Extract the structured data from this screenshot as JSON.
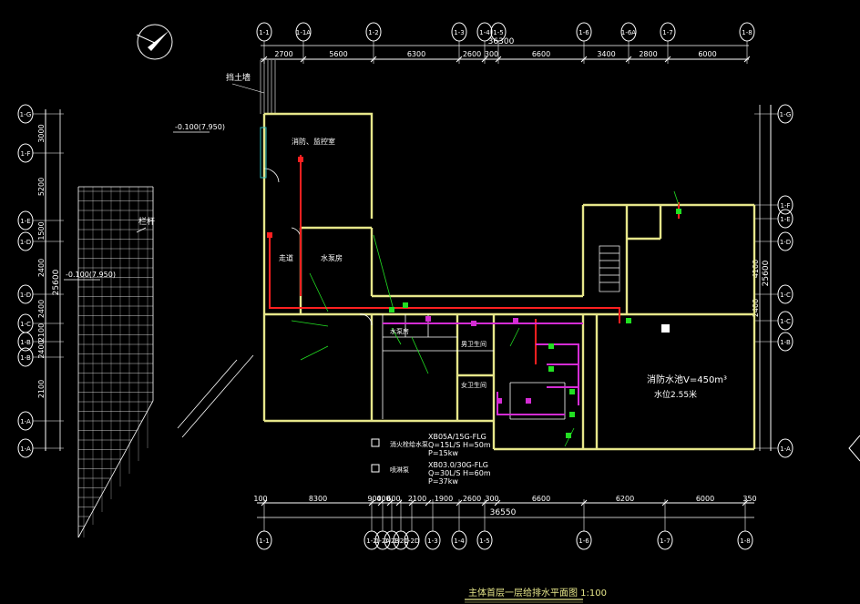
{
  "colors": {
    "background": "#000000",
    "wall": "#e6e68a",
    "dim": "#ffffff",
    "pipe_red": "#ff2020",
    "pipe_magenta": "#d42cd4",
    "leader_green": "#22e022",
    "cyan": "#30c0c0"
  },
  "top_axes": [
    "1-1",
    "1-1A",
    "1-2",
    "1-3",
    "1-4",
    "1-5",
    "1-6",
    "1-6A",
    "1-7",
    "1-8"
  ],
  "top_dims": [
    "2700",
    "5600",
    "6300",
    "2600",
    "300",
    "6600",
    "3400",
    "2800",
    "6000"
  ],
  "top_total": "36300",
  "bottom_axes": [
    "1-1",
    "1-2",
    "1-2A",
    "1-2B",
    "1-2C",
    "1-2D",
    "1-3",
    "1-4",
    "1-5",
    "1-6",
    "1-7",
    "1-8"
  ],
  "bottom_dims": [
    "100",
    "8300",
    "900",
    "400",
    "600",
    "2100",
    "1900",
    "2600",
    "300",
    "6600",
    "6200",
    "6000",
    "350"
  ],
  "bottom_total": "36550",
  "left_axes": [
    "1-G",
    "1-F",
    "1-E",
    "1-D",
    "1-D",
    "1-C",
    "1-B",
    "1-B",
    "1-A",
    "1-A"
  ],
  "left_dims": [
    "3000",
    "5200",
    "1500",
    "2400",
    "2400",
    "2100",
    "2400",
    "2100"
  ],
  "left_total": "25600",
  "right_axes": [
    "1-G",
    "1-F",
    "1-E",
    "1-D",
    "1-C",
    "1-C",
    "1-B",
    "1-A"
  ],
  "right_dims": [
    "4100",
    "2400"
  ],
  "right_total": "25600",
  "labels": {
    "retaining_wall": "挡土墙",
    "railing": "栏杆",
    "elev_top": "-0.100(7.950)",
    "elev_mid": "-0.100(7.950)",
    "fire_room": "消防、监控室",
    "pump_room": "水泵房",
    "corridor": "走道",
    "tank": "消防水池V=450m³",
    "tank_sub": "水位2.55米",
    "room_a": "水泵房",
    "room_b": "男卫生间",
    "room_c": "女卫生间"
  },
  "legend": [
    {
      "title": "XB05A/15G-FLG",
      "line1": "Q=15L/S H=50m",
      "line2": "P=15kw",
      "desc": "消火栓给水泵"
    },
    {
      "title": "XB03.0/30G-FLG",
      "line1": "Q=30L/S H=60m",
      "line2": "P=37kw",
      "desc": "喷淋泵"
    }
  ],
  "drawing_title": "主体首层一层给排水平面图  1:100"
}
